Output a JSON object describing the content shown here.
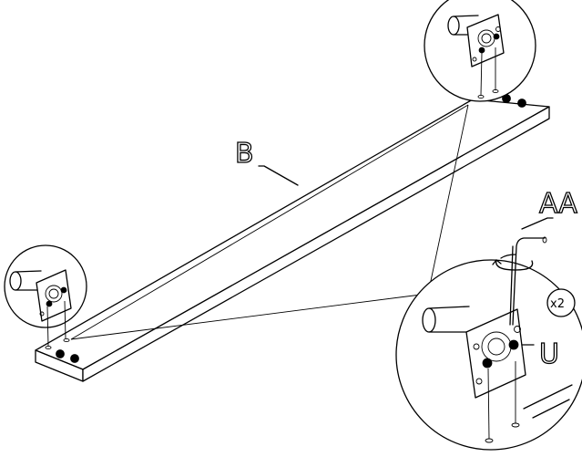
{
  "labels": {
    "board": "B",
    "tool": "AA",
    "bracket": "U",
    "quantity": "x2"
  },
  "icons": {
    "rotation": "rotate-arrow-icon",
    "hex_key": "allen-key-icon"
  },
  "colors": {
    "line": "#000000",
    "background": "#ffffff"
  }
}
